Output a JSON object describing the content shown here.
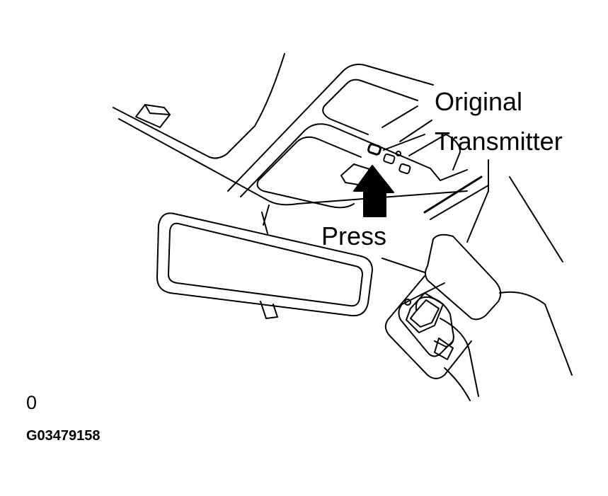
{
  "labels": {
    "original_line1": "Original",
    "original_line2": "Transmitter",
    "press": "Press",
    "figure_marker": "0",
    "figure_code": "G03479158"
  },
  "icons": {
    "arrow": "up-arrow-icon",
    "button": "homelink-button-icon",
    "mirror": "rearview-mirror-icon",
    "transmitter": "garage-remote-icon"
  },
  "colors": {
    "line": "#000000",
    "background": "#ffffff"
  }
}
